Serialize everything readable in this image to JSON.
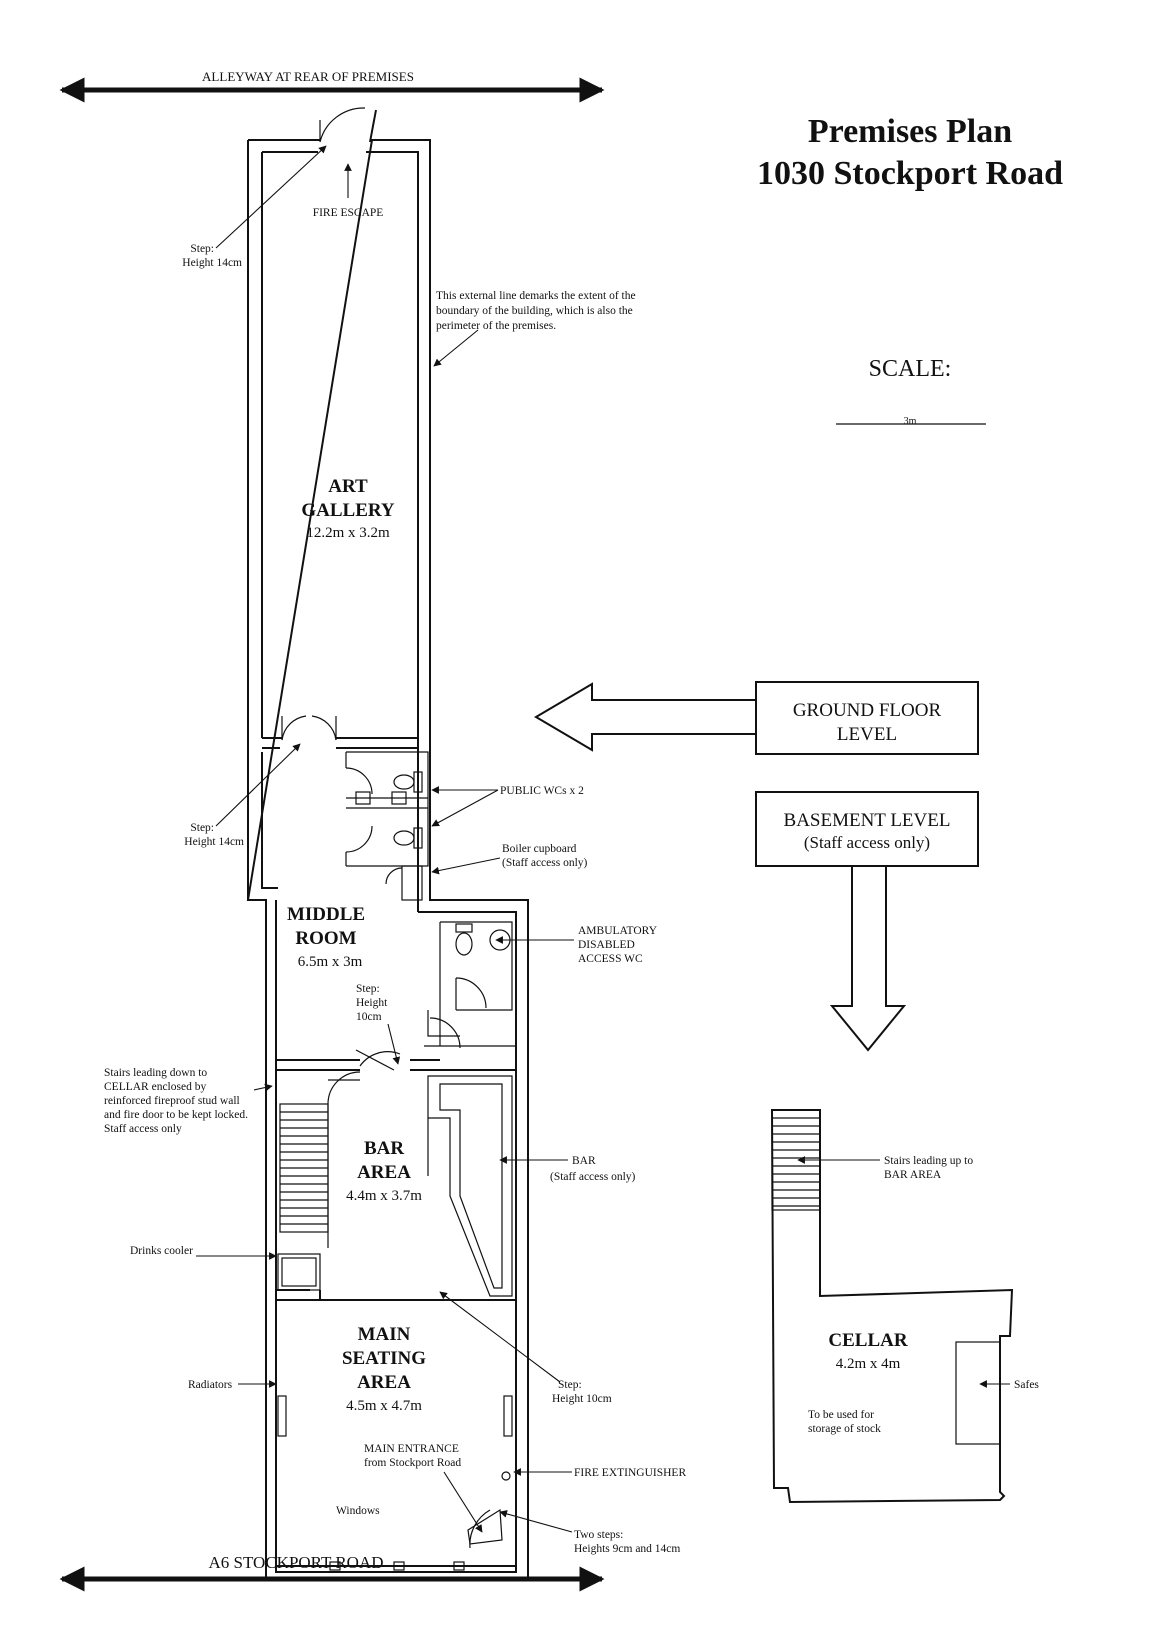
{
  "title": {
    "line1": "Premises Plan",
    "line2": "1030 Stockport Road"
  },
  "top_boundary": "ALLEYWAY AT REAR OF PREMISES",
  "bottom_boundary": "A6 STOCKPORT ROAD",
  "scale": {
    "label": "SCALE:",
    "bar_label": "3m"
  },
  "levels": {
    "ground": [
      "GROUND FLOOR",
      "LEVEL"
    ],
    "basement": [
      "BASEMENT LEVEL",
      "(Staff access only)"
    ]
  },
  "rooms": {
    "art_gallery": {
      "name": [
        "ART",
        "GALLERY"
      ],
      "size": "12.2m x 3.2m"
    },
    "middle_room": {
      "name": [
        "MIDDLE",
        "ROOM"
      ],
      "size": "6.5m x 3m"
    },
    "bar_area": {
      "name": [
        "BAR",
        "AREA"
      ],
      "size": "4.4m x 3.7m"
    },
    "main_seating": {
      "name": [
        "MAIN",
        "SEATING",
        "AREA"
      ],
      "size": "4.5m x 4.7m"
    },
    "cellar": {
      "name": "CELLAR",
      "size": "4.2m x 4m"
    }
  },
  "annotations": {
    "fire_escape": "FIRE ESCAPE",
    "step_top": [
      "Step:",
      "Height 14cm"
    ],
    "boundary_note": [
      "This external line demarks the extent of the",
      "boundary of the building, which is also the",
      "perimeter of the premises."
    ],
    "public_wcs": "PUBLIC WCs x 2",
    "step_mid": [
      "Step:",
      "Height 14cm"
    ],
    "boiler": [
      "Boiler cupboard",
      "(Staff access only)"
    ],
    "ambulatory": [
      "AMBULATORY",
      "DISABLED",
      "ACCESS WC"
    ],
    "step_middle_room": [
      "Step:",
      "Height",
      "10cm"
    ],
    "stairs_cellar": [
      "Stairs leading down to",
      "CELLAR enclosed by",
      "reinforced fireproof stud wall",
      "and fire door to be kept locked.",
      "Staff access only"
    ],
    "bar": [
      "BAR",
      "(Staff access only)"
    ],
    "drinks_cooler": "Drinks cooler",
    "radiators": "Radiators",
    "step_seating": [
      "Step:",
      "Height 10cm"
    ],
    "main_entrance": [
      "MAIN ENTRANCE",
      "from Stockport Road"
    ],
    "fire_extinguisher": "FIRE EXTINGUISHER",
    "windows": "Windows",
    "two_steps": [
      "Two steps:",
      "Heights 9cm and 14cm"
    ],
    "stairs_up": [
      "Stairs leading up to",
      "BAR AREA"
    ],
    "safes": "Safes",
    "storage": [
      "To be used for",
      "storage of stock"
    ]
  }
}
